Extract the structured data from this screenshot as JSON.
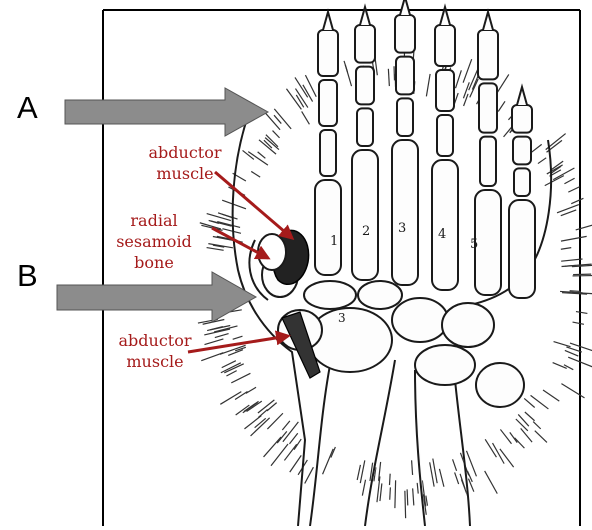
{
  "labels": {
    "a": "A",
    "b": "B",
    "abductor_top": [
      "abductor",
      "muscle"
    ],
    "radial_sesamoid": [
      "radial",
      "sesamoid",
      "bone"
    ],
    "abductor_bottom": [
      "abductor",
      "muscle"
    ],
    "digits": [
      "1",
      "2",
      "3",
      "4",
      "5"
    ],
    "carpal_mark": "3"
  },
  "colors": {
    "annotation": "#a51b1b",
    "pointer_arrow": "#8c8c8c",
    "ink": "#1a1a1a"
  }
}
